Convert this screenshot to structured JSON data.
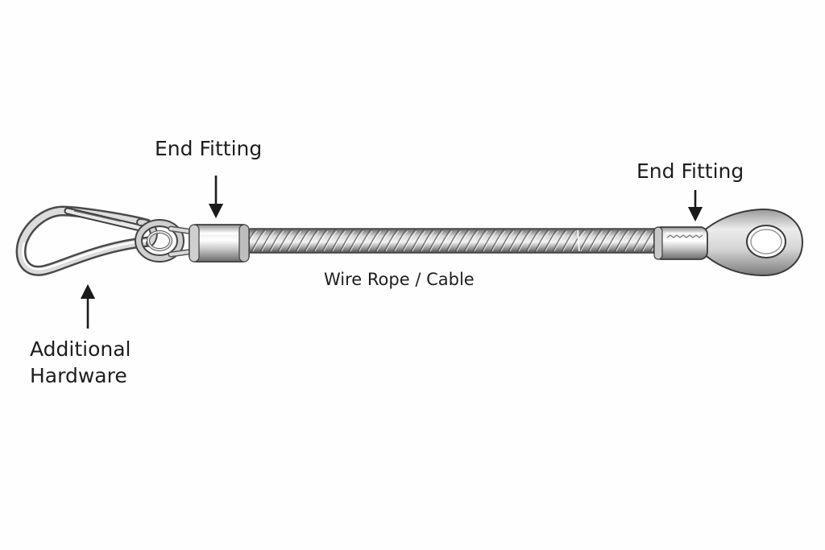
{
  "labels": {
    "end_fitting_left": "End Fitting",
    "end_fitting_right": "End Fitting",
    "wire_rope": "Wire Rope / Cable",
    "additional_hardware_line1": "Additional",
    "additional_hardware_line2": "Hardware"
  },
  "parts": [
    {
      "name": "carabiner-clip",
      "role": "Additional Hardware"
    },
    {
      "name": "compression-sleeve",
      "role": "End Fitting"
    },
    {
      "name": "wire-rope-cable",
      "role": "Wire Rope / Cable"
    },
    {
      "name": "ring-eye-terminal",
      "role": "End Fitting"
    }
  ],
  "colors": {
    "background": "#fefefe",
    "text": "#1e1e1e",
    "arrow": "#1a1a1a",
    "metal_light": "#e4e4e4",
    "metal_mid": "#b9b9b9",
    "metal_dark": "#4a4a4a"
  }
}
